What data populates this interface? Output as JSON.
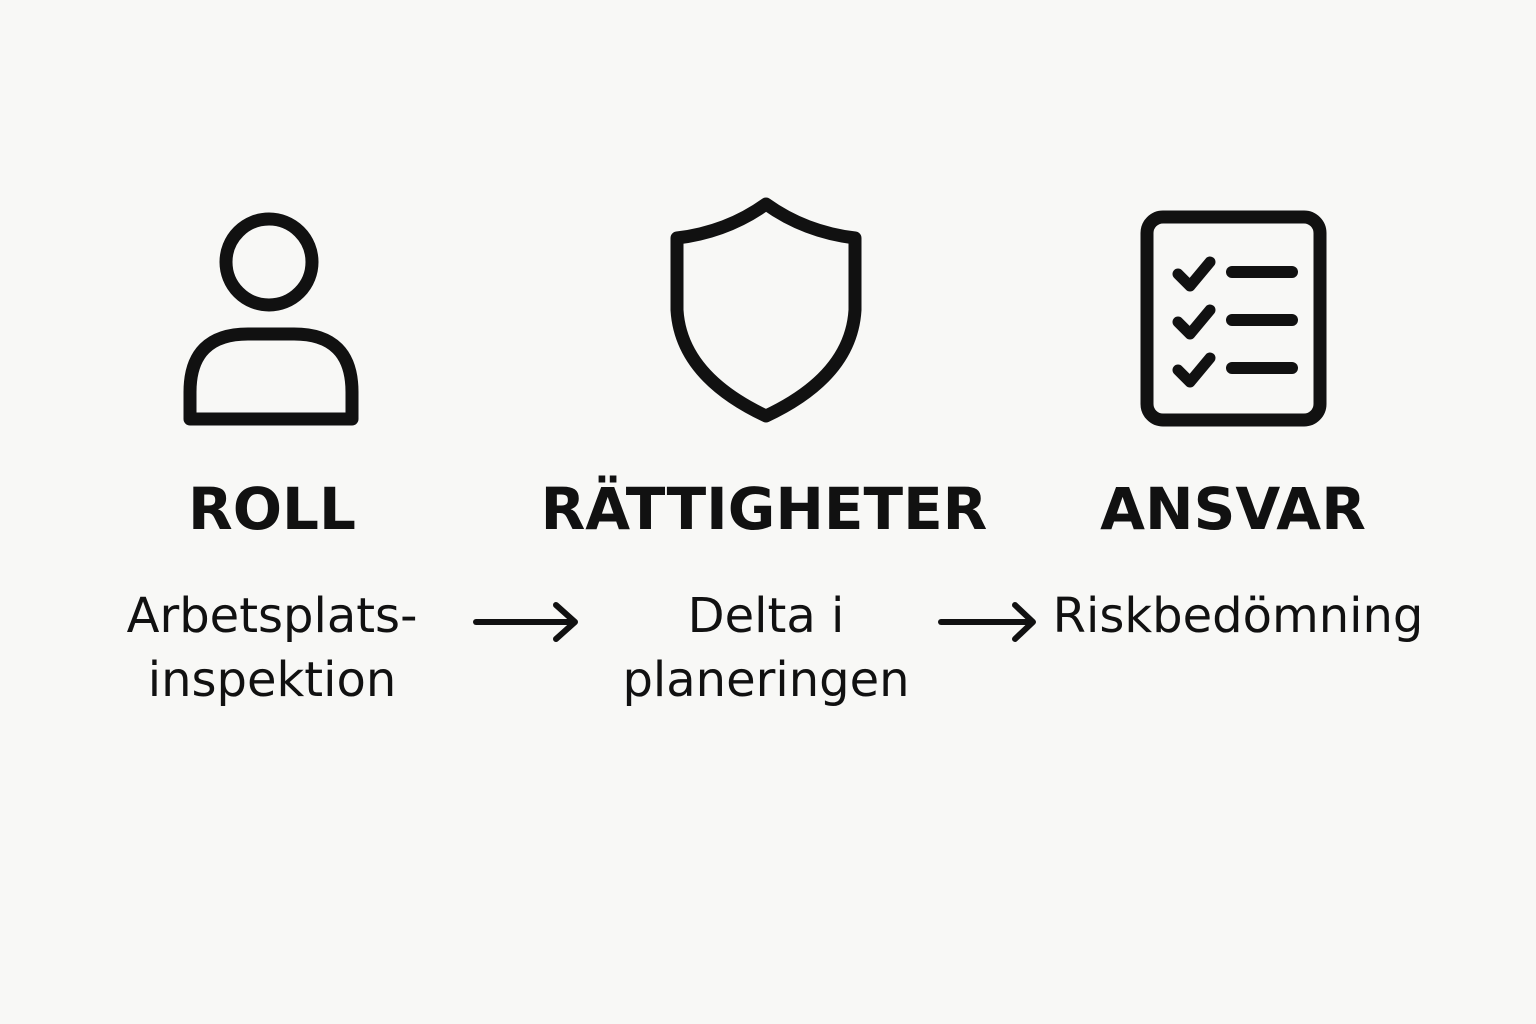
{
  "steps": [
    {
      "icon": "person-icon",
      "title": "ROLL",
      "description_lines": [
        "Arbetsplats-",
        "inspektion"
      ]
    },
    {
      "icon": "shield-icon",
      "title": "RÄTTIGHETER",
      "description_lines": [
        "Delta i",
        "planeringen"
      ]
    },
    {
      "icon": "checklist-icon",
      "title": "ANSVAR",
      "description_lines": [
        "Riskbedömning"
      ]
    }
  ],
  "connectors": [
    "arrow-right-icon",
    "arrow-right-icon"
  ],
  "colors": {
    "background": "#f8f8f6",
    "foreground": "#111111"
  }
}
